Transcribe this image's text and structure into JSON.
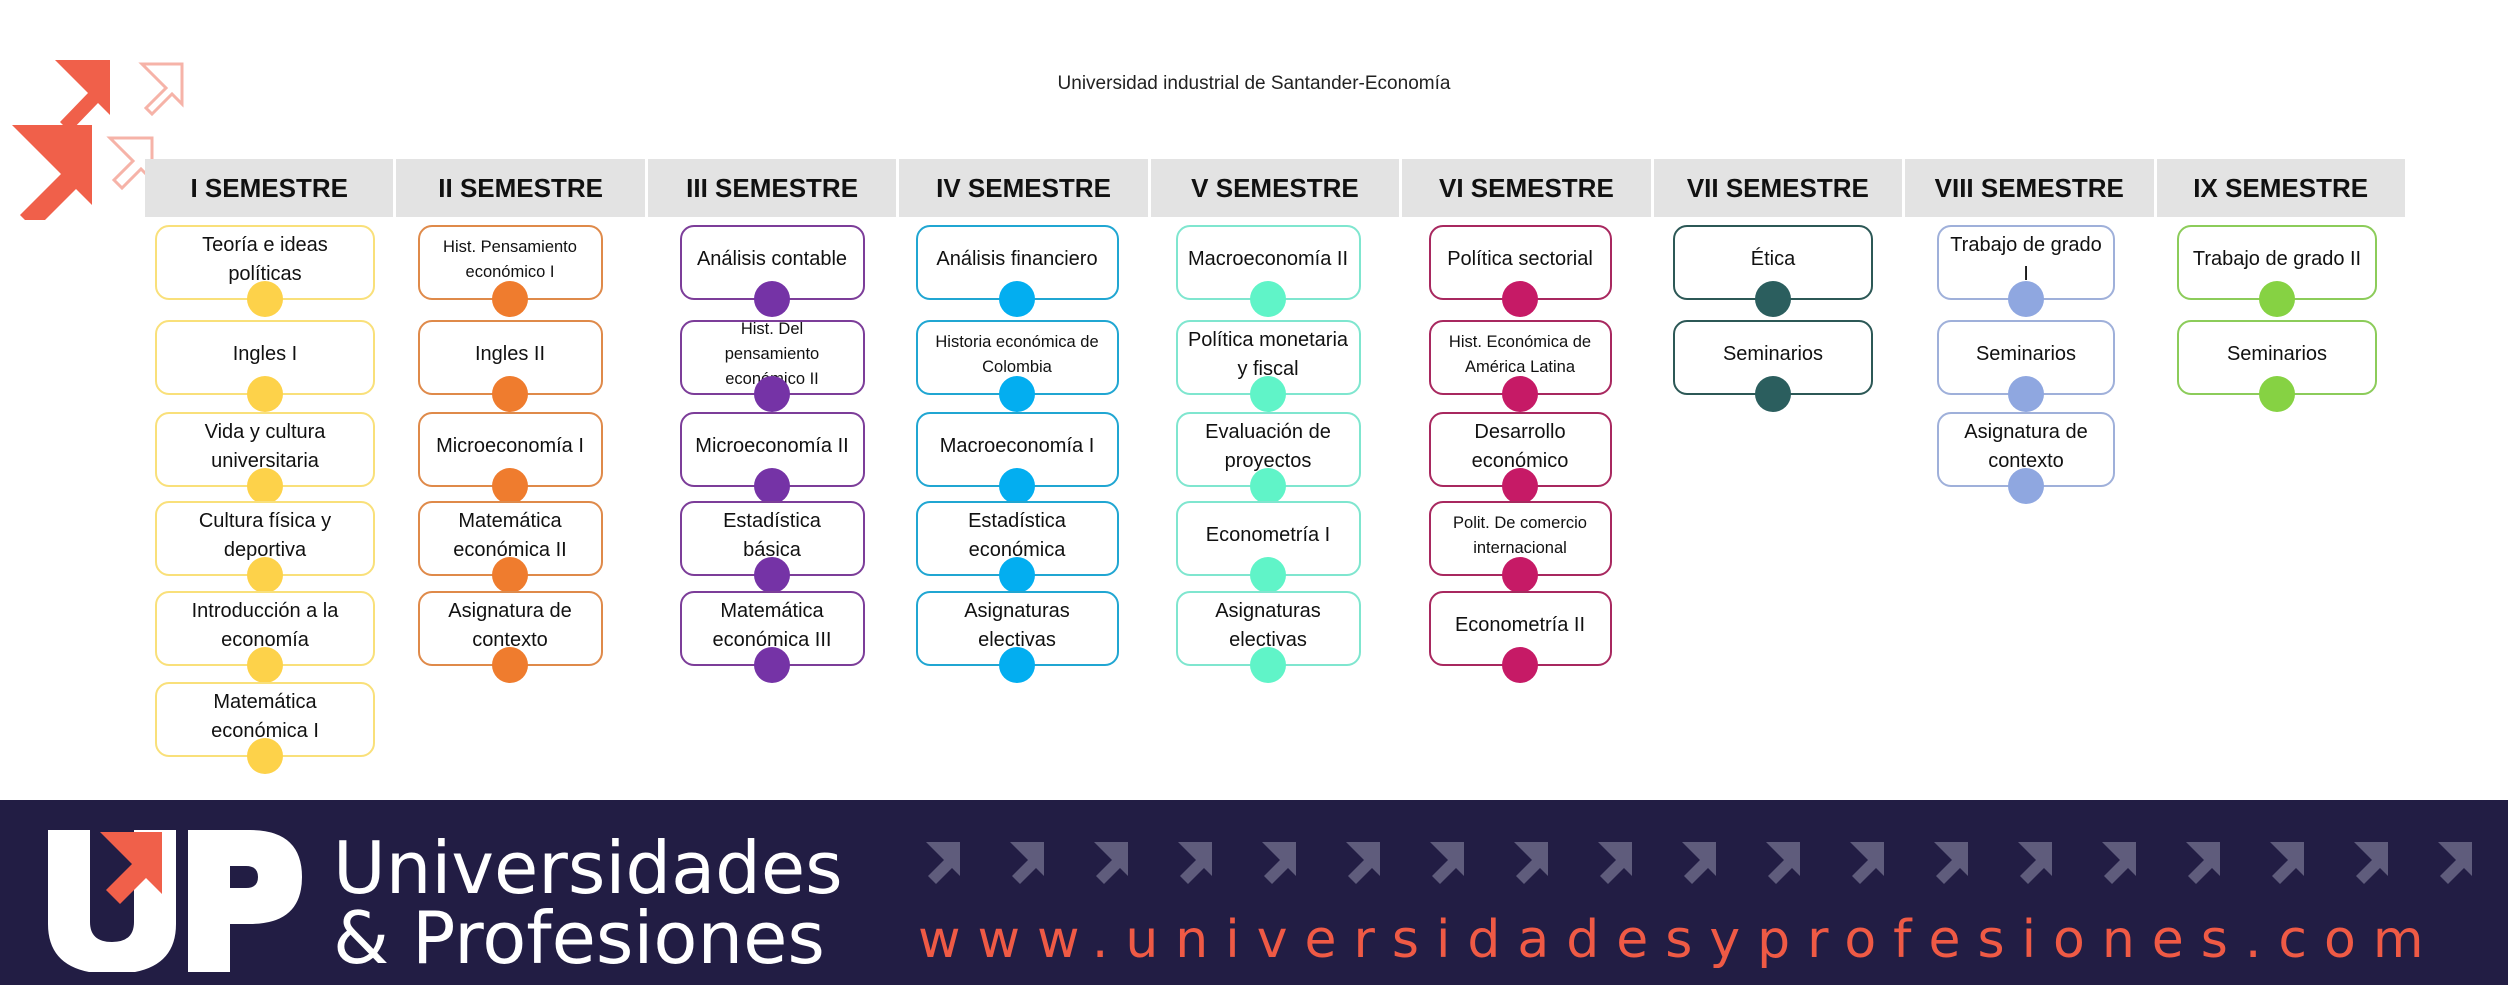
{
  "page_title": "Universidad industrial de Santander-Economía",
  "semesters": [
    {
      "title": "I SEMESTRE",
      "color": "#f9e07a",
      "dot": "#fdd24a",
      "courses": [
        "Teoría e ideas políticas",
        "Ingles I",
        "Vida y cultura universitaria",
        "Cultura física y deportiva",
        "Introducción a la economía",
        "Matemática económica I"
      ]
    },
    {
      "title": "II SEMESTRE",
      "color": "#df8a4a",
      "dot": "#ef7c2e",
      "courses": [
        "Hist. Pensamiento económico I",
        "Ingles II",
        "Microeconomía I",
        "Matemática económica II",
        "Asignatura de contexto"
      ]
    },
    {
      "title": "III SEMESTRE",
      "color": "#7c3d99",
      "dot": "#7533a6",
      "courses": [
        "Análisis contable",
        "Hist. Del pensamiento económico II",
        "Microeconomía II",
        "Estadística básica",
        "Matemática económica III"
      ]
    },
    {
      "title": "IV SEMESTRE",
      "color": "#20a6d2",
      "dot": "#03aef0",
      "courses": [
        "Análisis financiero",
        "Historia económica de Colombia",
        "Macroeconomía I",
        "Estadística económica",
        "Asignaturas electivas"
      ]
    },
    {
      "title": "V SEMESTRE",
      "color": "#7fe6cf",
      "dot": "#60f4c8",
      "courses": [
        "Macroeconomía II",
        "Política monetaria y fiscal",
        "Evaluación de proyectos",
        "Econometría I",
        "Asignaturas electivas"
      ]
    },
    {
      "title": "VI SEMESTRE",
      "color": "#a8285f",
      "dot": "#c61a66",
      "courses": [
        "Política sectorial",
        "Hist. Económica de América Latina",
        "Desarrollo económico",
        "Polit. De comercio internacional",
        "Econometría II"
      ]
    },
    {
      "title": "VII SEMESTRE",
      "color": "#2c5856",
      "dot": "#2b5e5e",
      "courses": [
        "Ética",
        "Seminarios"
      ]
    },
    {
      "title": "VIII SEMESTRE",
      "color": "#9fb0da",
      "dot": "#8fa7e0",
      "courses": [
        "Trabajo de grado I",
        "Seminarios",
        "Asignatura de contexto"
      ]
    },
    {
      "title": "IX SEMESTRE",
      "color": "#8ccc5a",
      "dot": "#86d243",
      "courses": [
        "Trabajo de grado II",
        "Seminarios"
      ]
    }
  ],
  "footer": {
    "brand_line1": "Universidades",
    "brand_line2": "& Profesiones",
    "website": "www.universidadesyprofesiones.com",
    "background": "#221d44",
    "accent": "#ef5a45"
  }
}
